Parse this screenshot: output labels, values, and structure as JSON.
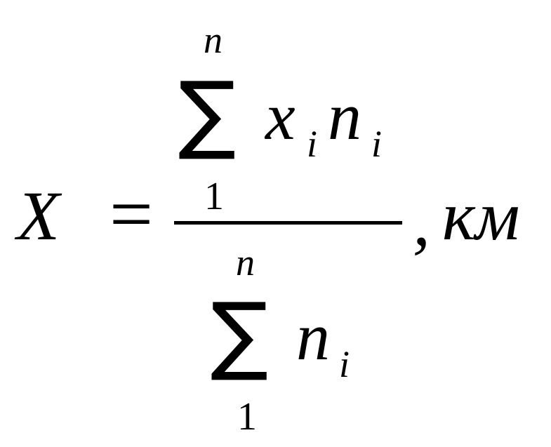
{
  "formula": {
    "lhs": "X",
    "equals": "=",
    "numerator": {
      "sum_symbol": "∑",
      "upper_limit": "n",
      "lower_limit": "1",
      "term_var1": "x",
      "term_sub1": "i",
      "term_var2": "n",
      "term_sub2": "i"
    },
    "denominator": {
      "sum_symbol": "∑",
      "upper_limit": "n",
      "lower_limit": "1",
      "term_var": "n",
      "term_sub": "i"
    },
    "comma": ",",
    "unit": "км"
  }
}
